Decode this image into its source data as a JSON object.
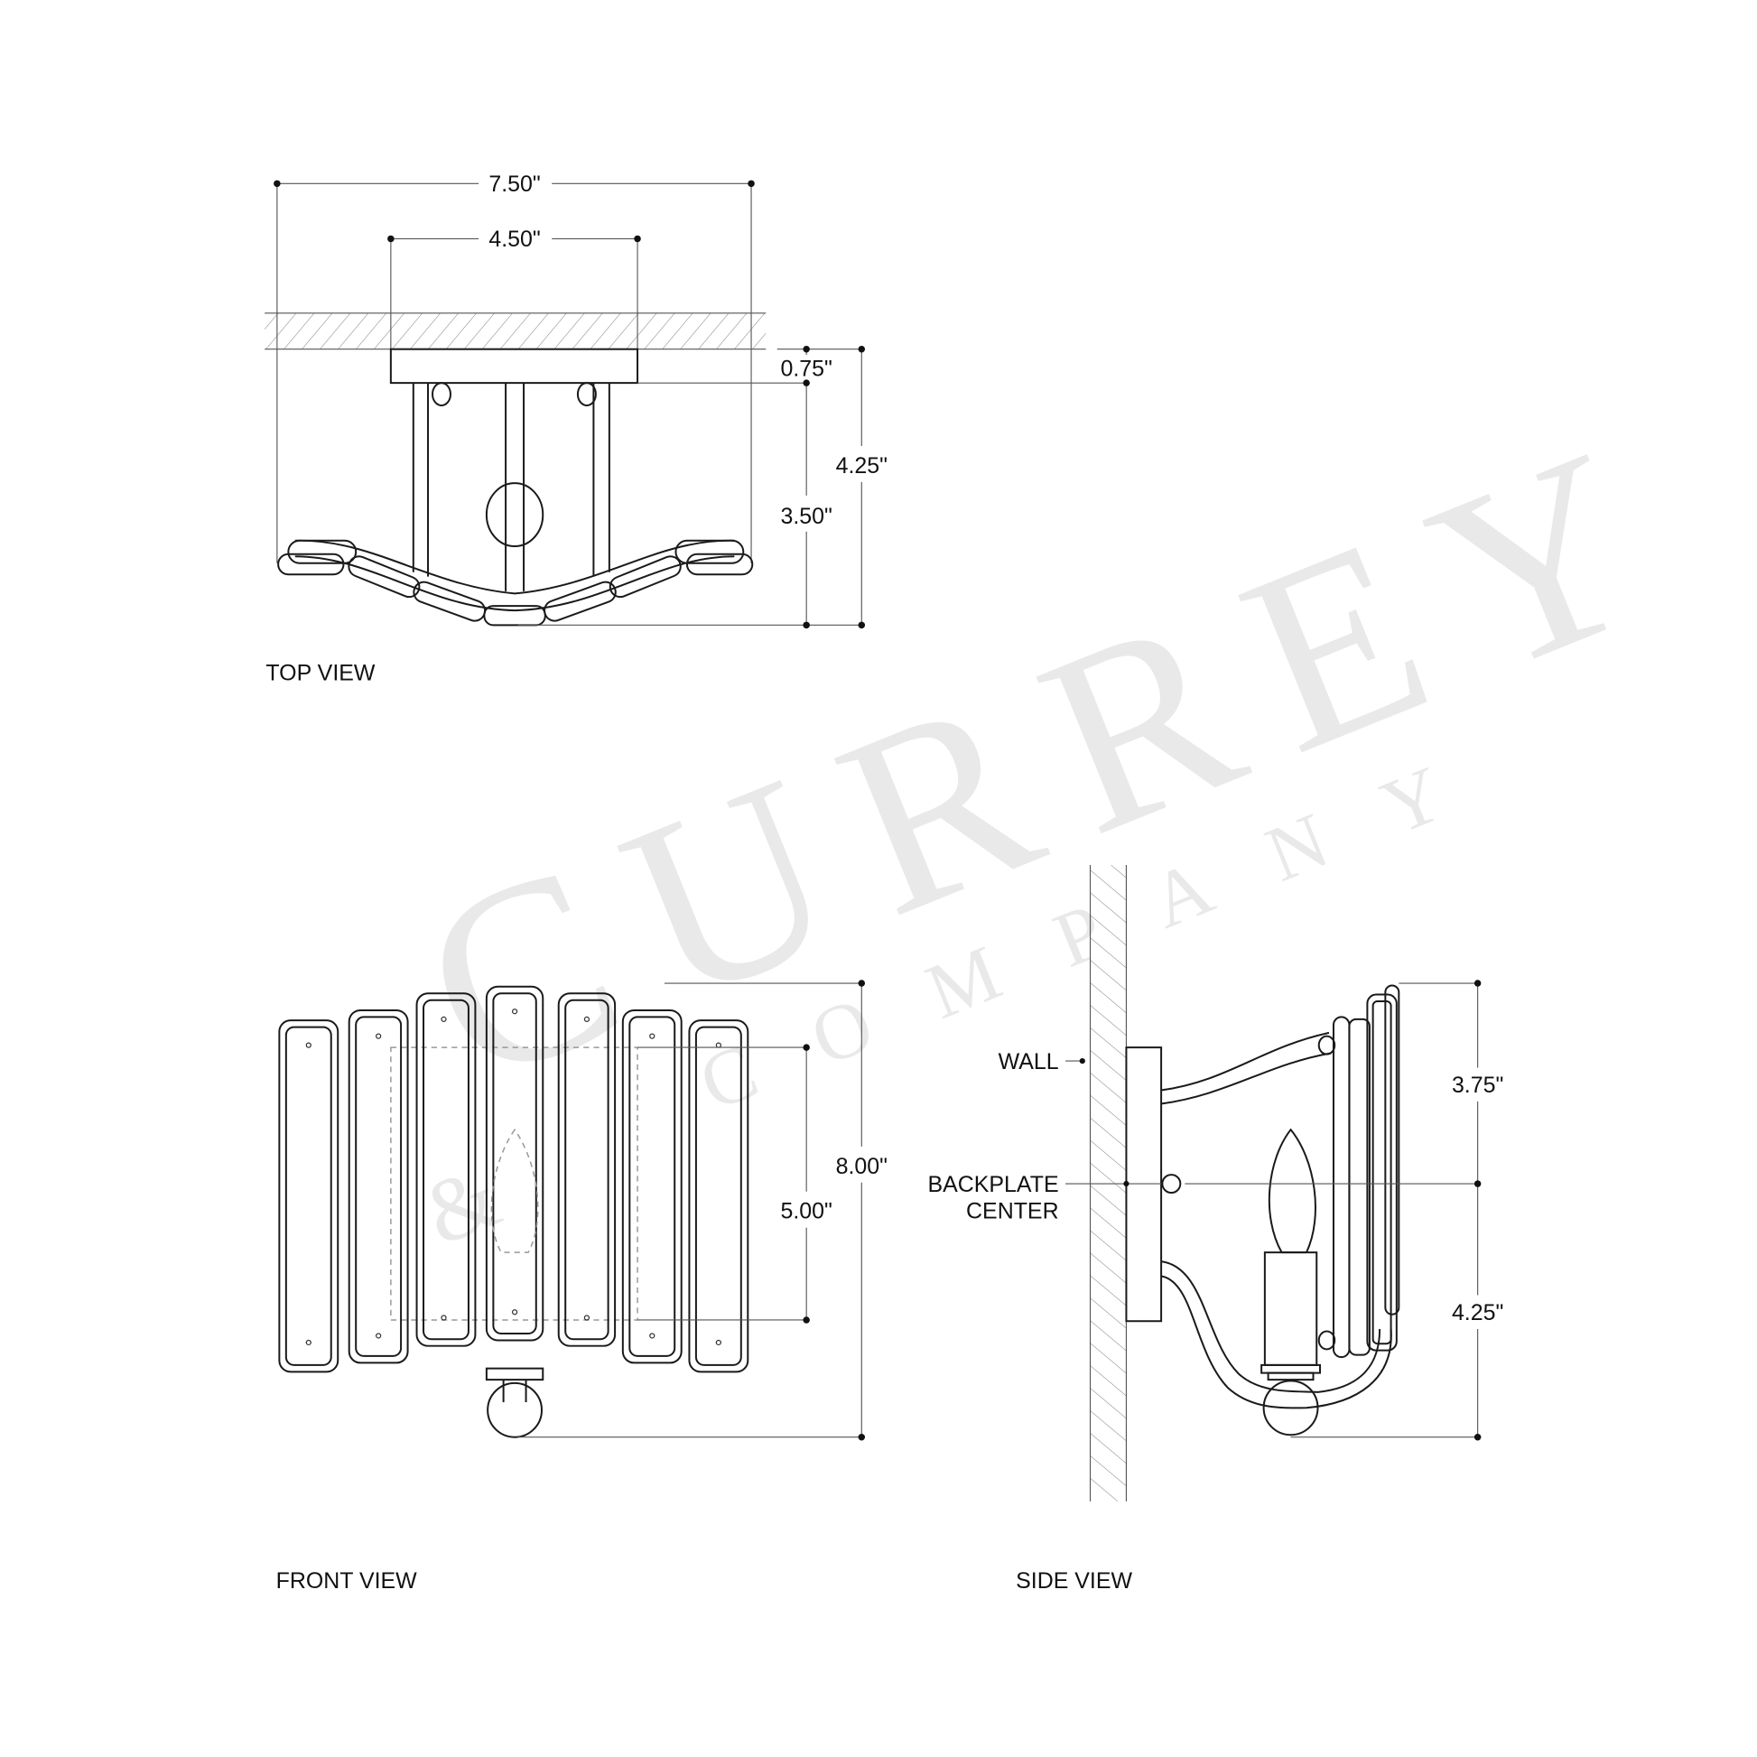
{
  "watermark": {
    "brand": "CURREY",
    "sub": "COMPANY",
    "amp": "&"
  },
  "top_view": {
    "title": "TOP VIEW",
    "dims": {
      "overall_width": "7.50\"",
      "backplate_width": "4.50\"",
      "backplate_depth": "0.75\"",
      "projection": "3.50\"",
      "total_depth": "4.25\""
    }
  },
  "front_view": {
    "title": "FRONT VIEW",
    "dims": {
      "overall_height": "8.00\"",
      "backplate_height": "5.00\""
    }
  },
  "side_view": {
    "title": "SIDE VIEW",
    "labels": {
      "wall": "WALL",
      "backplate_line1": "BACKPLATE",
      "backplate_line2": "CENTER"
    },
    "dims": {
      "above_center": "3.75\"",
      "below_center": "4.25\""
    }
  }
}
